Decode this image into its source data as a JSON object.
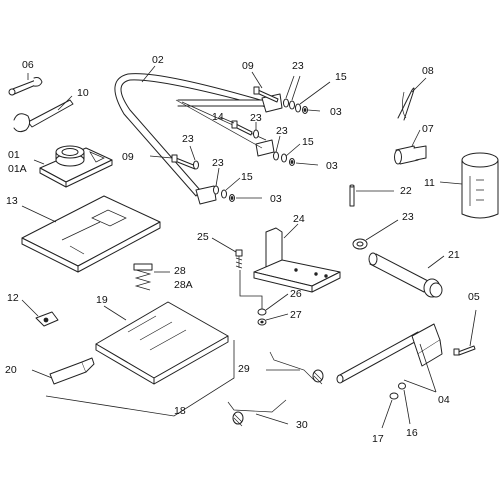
{
  "callouts": [
    {
      "id": "c06",
      "text": "06"
    },
    {
      "id": "c10",
      "text": "10"
    },
    {
      "id": "c01",
      "text": "01"
    },
    {
      "id": "c01A",
      "text": "01A"
    },
    {
      "id": "c13",
      "text": "13"
    },
    {
      "id": "c02",
      "text": "02"
    },
    {
      "id": "c09a",
      "text": "09"
    },
    {
      "id": "c23a",
      "text": "23"
    },
    {
      "id": "c15a",
      "text": "15"
    },
    {
      "id": "c03a",
      "text": "03"
    },
    {
      "id": "c14",
      "text": "14"
    },
    {
      "id": "c23b",
      "text": "23"
    },
    {
      "id": "c23c",
      "text": "23"
    },
    {
      "id": "c15b",
      "text": "15"
    },
    {
      "id": "c03b",
      "text": "03"
    },
    {
      "id": "c09b",
      "text": "09"
    },
    {
      "id": "c23d",
      "text": "23"
    },
    {
      "id": "c23e",
      "text": "23"
    },
    {
      "id": "c15c",
      "text": "15"
    },
    {
      "id": "c03c",
      "text": "03"
    },
    {
      "id": "c08",
      "text": "08"
    },
    {
      "id": "c07",
      "text": "07"
    },
    {
      "id": "c11",
      "text": "11"
    },
    {
      "id": "c22",
      "text": "22"
    },
    {
      "id": "c23f",
      "text": "23"
    },
    {
      "id": "c21",
      "text": "21"
    },
    {
      "id": "c24",
      "text": "24"
    },
    {
      "id": "c25",
      "text": "25"
    },
    {
      "id": "c28",
      "text": "28"
    },
    {
      "id": "c28A",
      "text": "28A"
    },
    {
      "id": "c26",
      "text": "26"
    },
    {
      "id": "c27",
      "text": "27"
    },
    {
      "id": "c12",
      "text": "12"
    },
    {
      "id": "c19",
      "text": "19"
    },
    {
      "id": "c20",
      "text": "20"
    },
    {
      "id": "c18",
      "text": "18"
    },
    {
      "id": "c29",
      "text": "29"
    },
    {
      "id": "c30",
      "text": "30"
    },
    {
      "id": "c05",
      "text": "05"
    },
    {
      "id": "c04",
      "text": "04"
    },
    {
      "id": "c17",
      "text": "17"
    },
    {
      "id": "c16",
      "text": "16"
    }
  ]
}
